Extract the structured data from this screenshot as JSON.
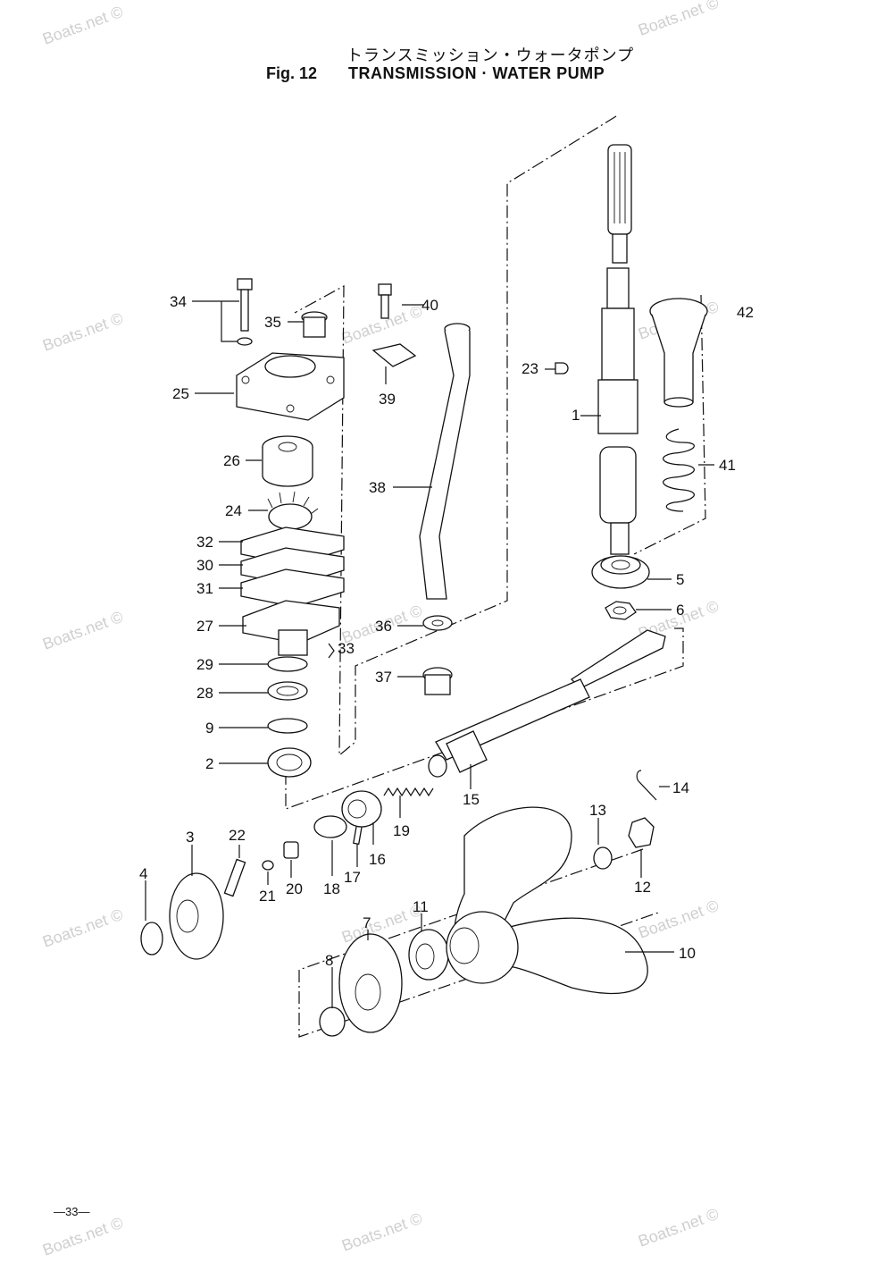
{
  "header": {
    "title_jp": "トランスミッション・ウォータポンプ",
    "fig_number": "Fig. 12",
    "title_en": "TRANSMISSION · WATER PUMP"
  },
  "page_number": "—33—",
  "watermark": "Boats.net ©",
  "callouts": {
    "c1": "1",
    "c2": "2",
    "c3": "3",
    "c4": "4",
    "c5": "5",
    "c6": "6",
    "c7": "7",
    "c8": "8",
    "c9": "9",
    "c10": "10",
    "c11": "11",
    "c12": "12",
    "c13": "13",
    "c14": "14",
    "c15": "15",
    "c16": "16",
    "c17": "17",
    "c18": "18",
    "c19": "19",
    "c20": "20",
    "c21": "21",
    "c22": "22",
    "c23": "23",
    "c24": "24",
    "c25": "25",
    "c26": "26",
    "c27": "27",
    "c28": "28",
    "c29": "29",
    "c30": "30",
    "c31": "31",
    "c32": "32",
    "c33": "33",
    "c34": "34",
    "c35": "35",
    "c36": "36",
    "c37": "37",
    "c38": "38",
    "c39": "39",
    "c40": "40",
    "c41": "41",
    "c42": "42"
  }
}
